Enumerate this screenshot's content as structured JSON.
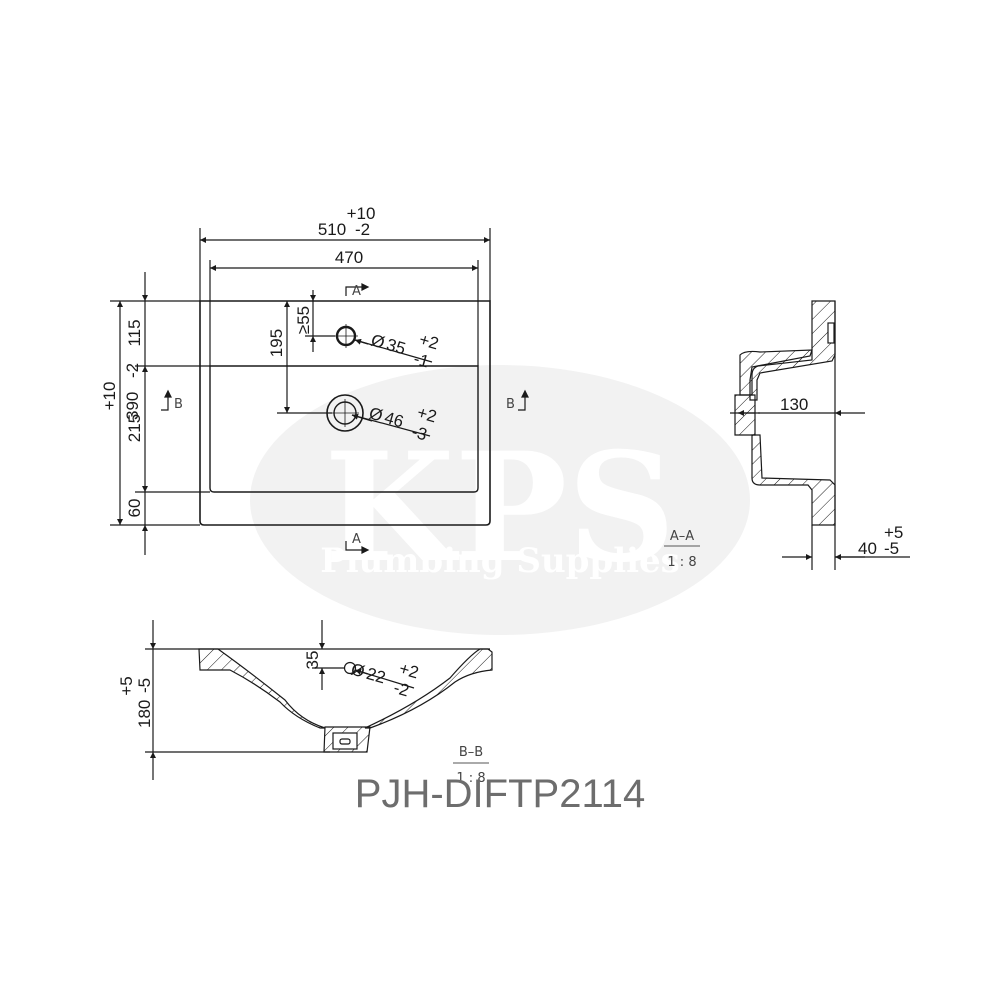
{
  "drawing": {
    "product_code": "PJH-DIFTP2114",
    "watermark": {
      "brand": "KPS",
      "tagline": "Plumbing Supplies"
    },
    "colors": {
      "line": "#1a1a1a",
      "watermark_bg": "#f2f2f2",
      "code_text": "#6d6d6d"
    }
  },
  "top_view": {
    "overall_width": {
      "value": "510",
      "tol_plus": "+10",
      "tol_minus": "-2"
    },
    "inner_width": {
      "value": "470"
    },
    "overall_depth": {
      "value": "390",
      "tol_plus": "+10",
      "tol_minus": "-2"
    },
    "depth_segments": [
      "115",
      "215",
      "60"
    ],
    "tap_hole_offset": {
      "value": "≥55"
    },
    "drain_offset": {
      "value": "195"
    },
    "tap_hole": {
      "symbol": "Ø",
      "value": "35",
      "tol_plus": "+2",
      "tol_minus": "-1"
    },
    "drain_hole": {
      "symbol": "Ø",
      "value": "46",
      "tol_plus": "+2",
      "tol_minus": "-3"
    },
    "section_markers": {
      "a_top": "A",
      "a_bottom": "A",
      "b_left": "B",
      "b_right": "B"
    }
  },
  "section_a": {
    "label": "A–A",
    "scale": "1 : 8",
    "depth_dim": {
      "value": "130"
    },
    "rim_dim": {
      "value": "40",
      "tol_plus": "+5",
      "tol_minus": "-5"
    }
  },
  "section_b": {
    "label": "B–B",
    "scale": "1 : 8",
    "height_dim": {
      "value": "180",
      "tol_plus": "+5",
      "tol_minus": "-5"
    },
    "overflow_offset": {
      "value": "35"
    },
    "overflow_hole": {
      "symbol": "Ø",
      "value": "22",
      "tol_plus": "+2",
      "tol_minus": "-2"
    }
  }
}
